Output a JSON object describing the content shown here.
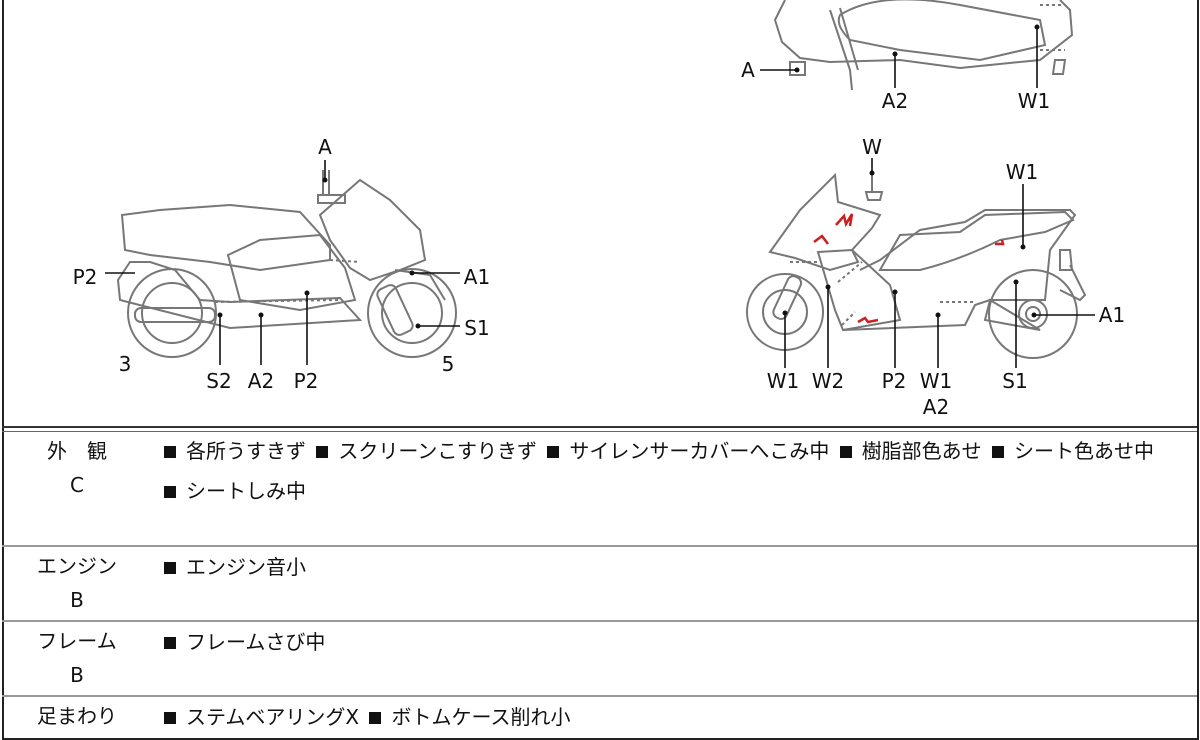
{
  "diagram": {
    "left_view": {
      "labels": [
        "A",
        "P2",
        "A1",
        "S1",
        "3",
        "S2",
        "A2",
        "P2",
        "5"
      ]
    },
    "top_view": {
      "labels": [
        "A",
        "A2",
        "W1"
      ]
    },
    "right_view": {
      "labels": [
        "W",
        "W1",
        "A1",
        "W1",
        "W2",
        "P2",
        "W1",
        "A2",
        "S1"
      ]
    },
    "damage_mark_color": "#cc1f1f"
  },
  "report": {
    "rows": [
      {
        "category": "外　観",
        "grade": "C",
        "items": [
          "各所うすきず",
          "スクリーンこすりきず",
          "サイレンサーカバーへこみ中",
          "樹脂部色あせ",
          "シート色あせ中",
          "シートしみ中"
        ]
      },
      {
        "category": "エンジン",
        "grade": "B",
        "items": [
          "エンジン音小"
        ]
      },
      {
        "category": "フレーム",
        "grade": "B",
        "items": [
          "フレームさび中"
        ]
      },
      {
        "category": "足まわり",
        "grade": "",
        "items": [
          "ステムベアリングX",
          "ボトムケース削れ小"
        ]
      }
    ]
  }
}
